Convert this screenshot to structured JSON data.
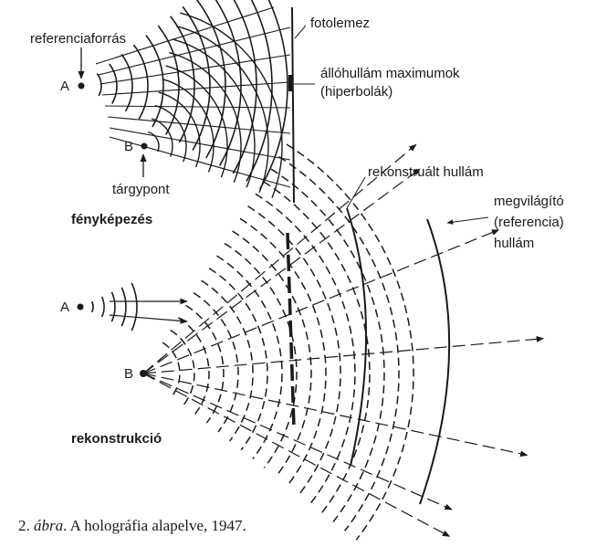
{
  "colors": {
    "ink": "#1a1a1a",
    "background": "#ffffff"
  },
  "top_diagram": {
    "reference_source_label": "referenciaforrás",
    "point_a": "A",
    "point_b": "B",
    "object_point_label": "tárgypont",
    "plate_label": "fotolemez",
    "maxima_label_line1": "állóhullám maximumok",
    "maxima_label_line2": "(hiperbolák)",
    "section_title": "fényképezés"
  },
  "bottom_diagram": {
    "point_a": "A",
    "point_b": "B",
    "reconstructed_wave_label": "rekonstruált hullám",
    "illuminating_line1": "megvilágító",
    "illuminating_line2": "(referencia)",
    "illuminating_line3": "hullám",
    "section_title": "rekonstrukció"
  },
  "caption": {
    "number": "2.",
    "word": "ábra",
    "text": ". A holográfia alapelve, 1947."
  }
}
